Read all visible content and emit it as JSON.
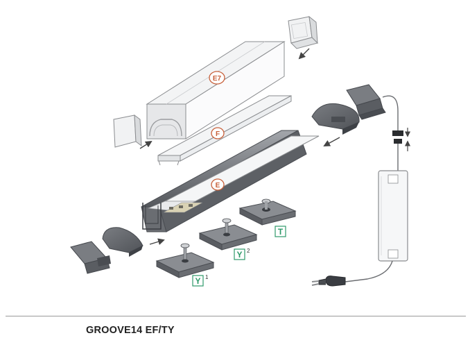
{
  "diagram": {
    "labels": {
      "e7": "E7",
      "f": "F",
      "e": "E",
      "t": "T",
      "y": "Y",
      "y_sup_1": "1",
      "y_sup_2": "2"
    },
    "colors": {
      "accent_orange": "#c8603a",
      "accent_green": "#2f9a6a",
      "aluminum_dark": "#5a5d62",
      "aluminum_mid": "#8a8d92",
      "aluminum_light": "#c4c7cb",
      "diffuser": "#f1f2f3",
      "outline": "#8a8c8f",
      "arrow": "#444444"
    },
    "icons": {
      "end_cap_plain": "end-cap-plain-icon",
      "end_cap_with_hole": "end-cap-hole-icon",
      "mounting_bracket": "mounting-bracket-icon",
      "power_supply": "power-supply-icon",
      "plug": "power-plug-icon",
      "led_strip": "led-strip-icon"
    }
  },
  "footer": {
    "title": "GROOVE14 EF/TY"
  }
}
